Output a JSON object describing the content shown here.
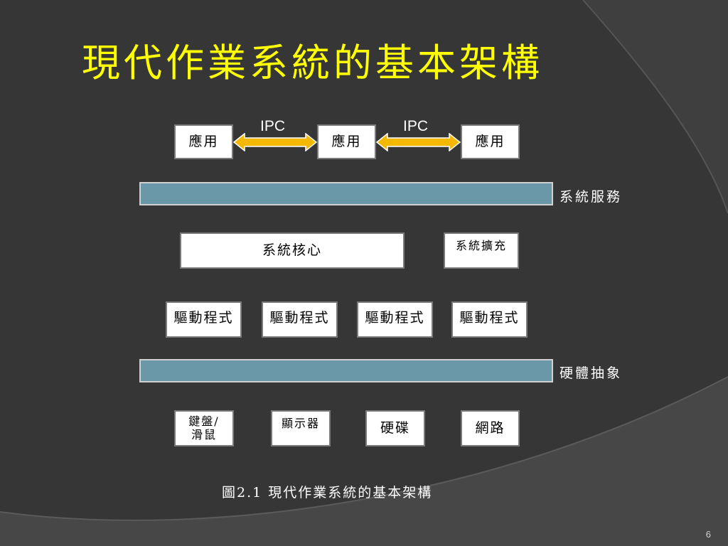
{
  "slide": {
    "title": "現代作業系統的基本架構",
    "page_number": "6"
  },
  "diagram": {
    "applications": [
      "應用",
      "應用",
      "應用"
    ],
    "ipc_labels": [
      "IPC",
      "IPC"
    ],
    "system_services_label": "系統服務",
    "kernel": "系統核心",
    "system_extension": "系統擴充",
    "drivers": [
      "驅動程式",
      "驅動程式",
      "驅動程式",
      "驅動程式"
    ],
    "hardware_abstraction_label": "硬體抽象",
    "devices": [
      {
        "line1": "鍵盤/",
        "line2": "滑鼠"
      },
      {
        "label": "顯示器"
      },
      {
        "label": "硬碟"
      },
      {
        "label": "網路"
      }
    ],
    "caption": "圖2.1  現代作業系統的基本架構"
  },
  "colors": {
    "background": "#363636",
    "title": "#ffff00",
    "layer_bar": "#6a98a8",
    "ipc_arrow": "#f5b800"
  }
}
